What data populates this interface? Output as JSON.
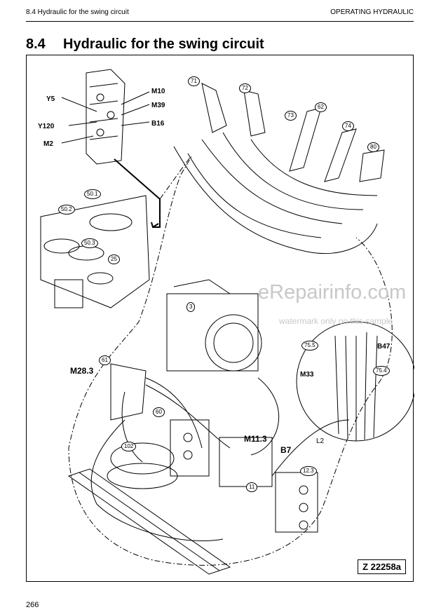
{
  "header": {
    "left": "8.4 Hydraulic for the swing circuit",
    "right": "OPERATING HYDRAULIC"
  },
  "title": {
    "number": "8.4",
    "text": "Hydraulic for the swing circuit"
  },
  "labels": {
    "y5": "Y5",
    "y120": "Y120",
    "m2": "M2",
    "m10": "M10",
    "m39": "M39",
    "b16": "B16",
    "m28_3": "M28.3",
    "m11_3": "M11.3",
    "b7": "B7",
    "m33": "M33",
    "b47": "B47",
    "l2": "L2"
  },
  "callouts": {
    "c71": "71",
    "c72": "72",
    "c73": "73",
    "c62": "62",
    "c74": "74",
    "c80": "80",
    "c50_1": "50.1",
    "c50_2": "50.2",
    "c50_3": "50.3",
    "c25": "25",
    "c3": "3",
    "c61": "61",
    "c60": "60",
    "c102": "102",
    "c11": "11",
    "c12_3": "12.3",
    "c75_5": "75.5",
    "c75_4": "75.4"
  },
  "figure_ref": "Z 22258a",
  "watermark": {
    "main": "eRepairinfo.com",
    "sub": "watermark only on this sample"
  },
  "page_number": "266"
}
